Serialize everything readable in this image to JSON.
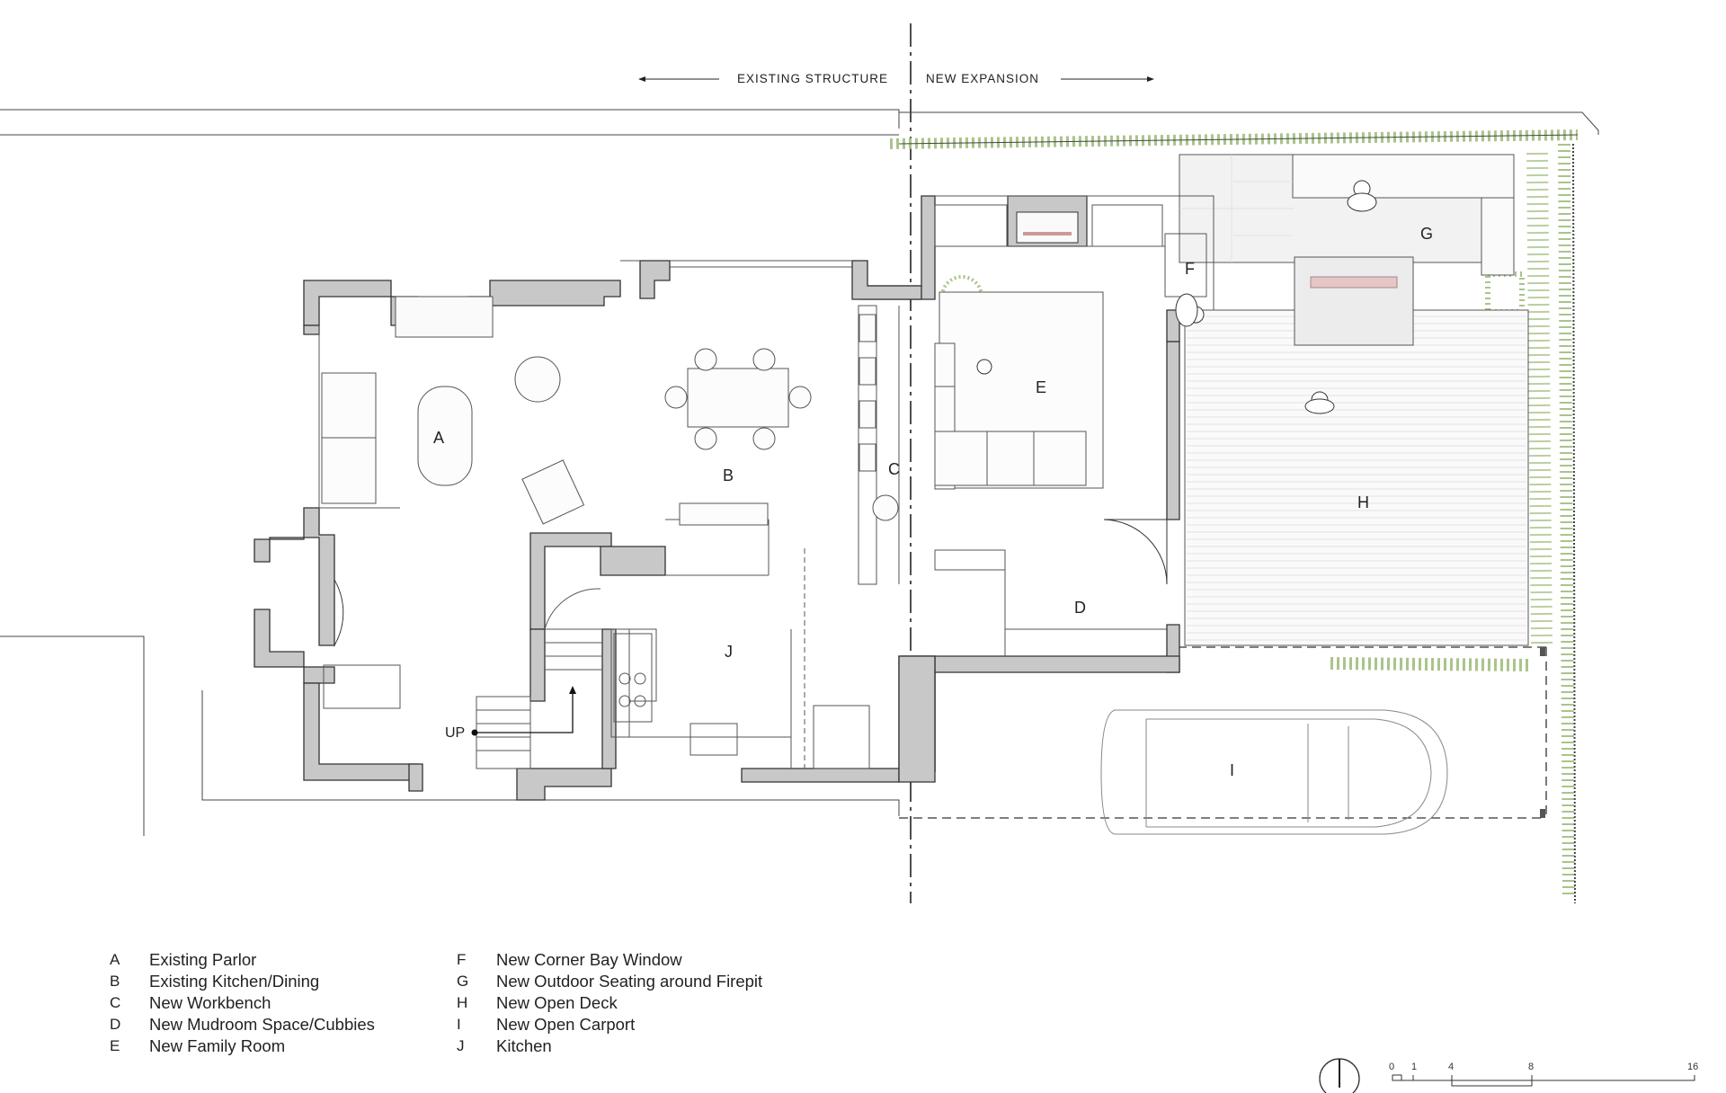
{
  "header": {
    "existing": "EXISTING STRUCTURE",
    "expansion": "NEW EXPANSION"
  },
  "rooms": {
    "A": "A",
    "B": "B",
    "C": "C",
    "D": "D",
    "E": "E",
    "F": "F",
    "G": "G",
    "H": "H",
    "I": "I",
    "J": "J"
  },
  "stair_label": "UP",
  "legend": {
    "left": [
      {
        "key": "A",
        "text": "Existing Parlor"
      },
      {
        "key": "B",
        "text": "Existing Kitchen/Dining"
      },
      {
        "key": "C",
        "text": "New Workbench"
      },
      {
        "key": "D",
        "text": "New Mudroom Space/Cubbies"
      },
      {
        "key": "E",
        "text": "New Family Room"
      }
    ],
    "right": [
      {
        "key": "F",
        "text": "New Corner Bay Window"
      },
      {
        "key": "G",
        "text": "New Outdoor Seating around Firepit"
      },
      {
        "key": "H",
        "text": "New Open Deck"
      },
      {
        "key": "I",
        "text": "New Open Carport"
      },
      {
        "key": "J",
        "text": "Kitchen"
      }
    ]
  },
  "scale": {
    "t0": "0",
    "t1": "1",
    "t4": "4",
    "t8": "8",
    "t16": "16"
  },
  "colors": {
    "wall": "#c8c8c8",
    "line": "#333333",
    "planting": "#a9c48a"
  }
}
